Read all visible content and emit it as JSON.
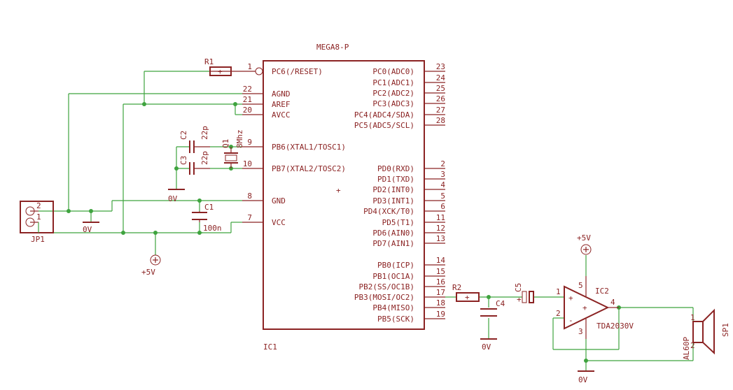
{
  "ic1": {
    "part": "MEGA8-P",
    "name": "IC1",
    "left_pins": [
      {
        "num": "1",
        "name": "PC6(/RESET)"
      },
      {
        "num": "22",
        "name": "AGND"
      },
      {
        "num": "21",
        "name": "AREF"
      },
      {
        "num": "20",
        "name": "AVCC"
      },
      {
        "num": "9",
        "name": "PB6(XTAL1/TOSC1)"
      },
      {
        "num": "10",
        "name": "PB7(XTAL2/TOSC2)"
      },
      {
        "num": "8",
        "name": "GND"
      },
      {
        "num": "7",
        "name": "VCC"
      }
    ],
    "right_pins": [
      {
        "num": "23",
        "name": "PC0(ADC0)"
      },
      {
        "num": "24",
        "name": "PC1(ADC1)"
      },
      {
        "num": "25",
        "name": "PC2(ADC2)"
      },
      {
        "num": "26",
        "name": "PC3(ADC3)"
      },
      {
        "num": "27",
        "name": "PC4(ADC4/SDA)"
      },
      {
        "num": "28",
        "name": "PC5(ADC5/SCL)"
      },
      {
        "num": "2",
        "name": "PD0(RXD)"
      },
      {
        "num": "3",
        "name": "PD1(TXD)"
      },
      {
        "num": "4",
        "name": "PD2(INT0)"
      },
      {
        "num": "5",
        "name": "PD3(INT1)"
      },
      {
        "num": "6",
        "name": "PD4(XCK/T0)"
      },
      {
        "num": "11",
        "name": "PD5(T1)"
      },
      {
        "num": "12",
        "name": "PD6(AIN0)"
      },
      {
        "num": "13",
        "name": "PD7(AIN1)"
      },
      {
        "num": "14",
        "name": "PB0(ICP)"
      },
      {
        "num": "15",
        "name": "PB1(OC1A)"
      },
      {
        "num": "16",
        "name": "PB2(SS/OC1B)"
      },
      {
        "num": "17",
        "name": "PB3(MOSI/OC2)"
      },
      {
        "num": "18",
        "name": "PB4(MISO)"
      },
      {
        "num": "19",
        "name": "PB5(SCK)"
      }
    ]
  },
  "parts": {
    "r1": "R1",
    "r2": "R2",
    "c1": "C1",
    "c1_value": "100n",
    "c2": "C2",
    "c2_value": "22p",
    "c3": "C3",
    "c3_value": "22p",
    "c4": "C4",
    "c5": "C5",
    "q1": "Q1",
    "q1_value": "8Mhz",
    "jp1": "JP1",
    "jp1_pin1": "1",
    "jp1_pin2": "2",
    "ic2": "IC2",
    "ic2_value": "TDA2030V",
    "ic2_pin1": "1",
    "ic2_pin2": "2",
    "ic2_pin3": "3",
    "ic2_pin4": "4",
    "ic2_pin5": "5",
    "sp1": "SP1",
    "sp1_value": "AL60P",
    "sp1_pin1": "1",
    "sp1_pin2": "2"
  },
  "supplies": {
    "gnd": "0V",
    "vcc": "+5V"
  },
  "colors": {
    "symbol": "#8b2323",
    "wire": "#3ea33e",
    "background": "#ffffff"
  }
}
